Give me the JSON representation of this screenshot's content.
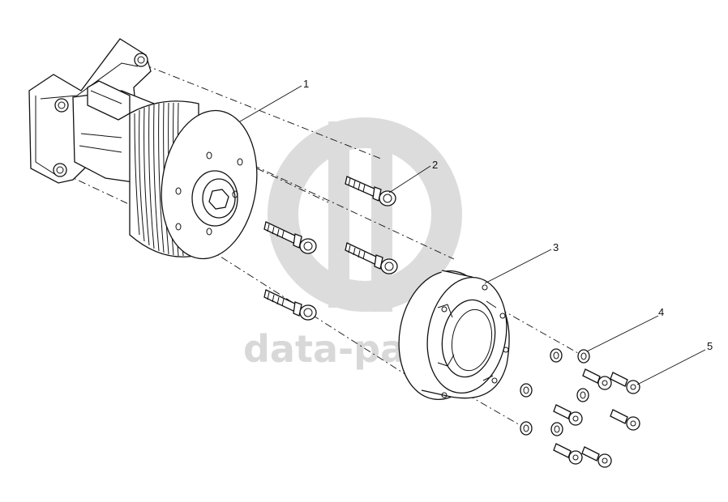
{
  "watermark": {
    "text": "data-parts",
    "color": "#d8d8d8"
  },
  "callouts": [
    {
      "label": "1",
      "part": "fan-drive-pulley-assembly"
    },
    {
      "label": "2",
      "part": "flange-bolt"
    },
    {
      "label": "3",
      "part": "spacer-ring"
    },
    {
      "label": "4",
      "part": "washer"
    },
    {
      "label": "5",
      "part": "socket-head-cap-screw"
    }
  ],
  "colors": {
    "line": "#111111",
    "fill": "#ffffff"
  }
}
